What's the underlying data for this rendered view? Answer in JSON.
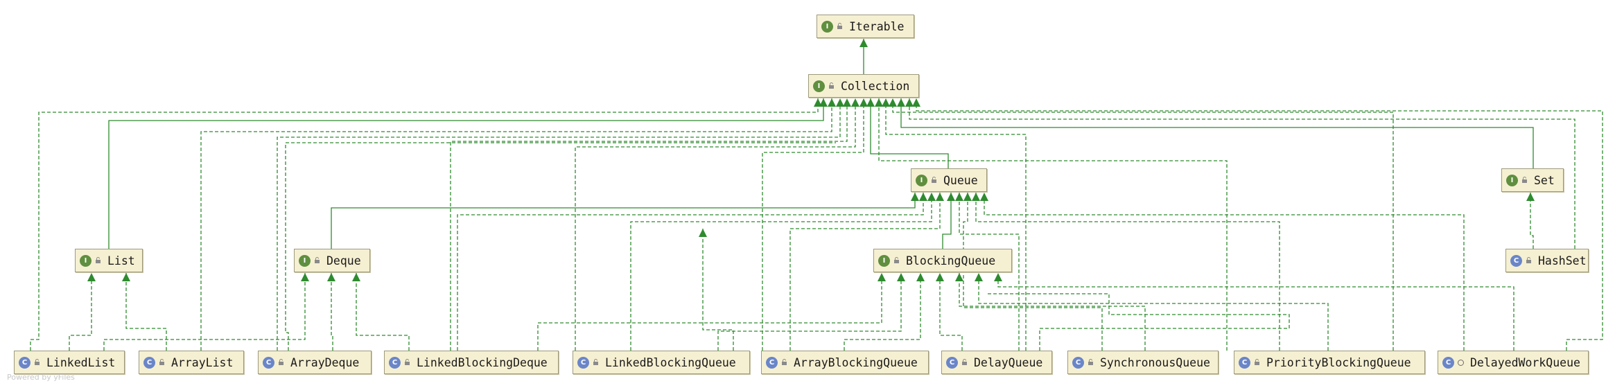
{
  "nodes": {
    "iterable": {
      "kind": "interface",
      "label": "Iterable"
    },
    "collection": {
      "kind": "interface",
      "label": "Collection"
    },
    "queue": {
      "kind": "interface",
      "label": "Queue"
    },
    "set": {
      "kind": "interface",
      "label": "Set"
    },
    "list": {
      "kind": "interface",
      "label": "List"
    },
    "deque": {
      "kind": "interface",
      "label": "Deque"
    },
    "blockingqueue": {
      "kind": "interface",
      "label": "BlockingQueue"
    },
    "hashset": {
      "kind": "class",
      "label": "HashSet"
    },
    "linkedlist": {
      "kind": "class",
      "label": "LinkedList"
    },
    "arraylist": {
      "kind": "class",
      "label": "ArrayList"
    },
    "arraydeque": {
      "kind": "class",
      "label": "ArrayDeque"
    },
    "linkedblockingdeque": {
      "kind": "class",
      "label": "LinkedBlockingDeque"
    },
    "linkedblockingqueue": {
      "kind": "class",
      "label": "LinkedBlockingQueue"
    },
    "arrayblockingqueue": {
      "kind": "class",
      "label": "ArrayBlockingQueue"
    },
    "delayqueue": {
      "kind": "class",
      "label": "DelayQueue"
    },
    "synchronousqueue": {
      "kind": "class",
      "label": "SynchronousQueue"
    },
    "priorityblockingqueue": {
      "kind": "class",
      "label": "PriorityBlockingQueue"
    },
    "delayedworkqueue": {
      "kind": "class",
      "label": "DelayedWorkQueue"
    }
  },
  "colors": {
    "edge": "#2e8b2e",
    "node_fill": "#f6f0d2",
    "interface_badge": "#5f8f3f",
    "class_badge": "#6a86c9"
  },
  "watermark": "Powered by yFiles"
}
